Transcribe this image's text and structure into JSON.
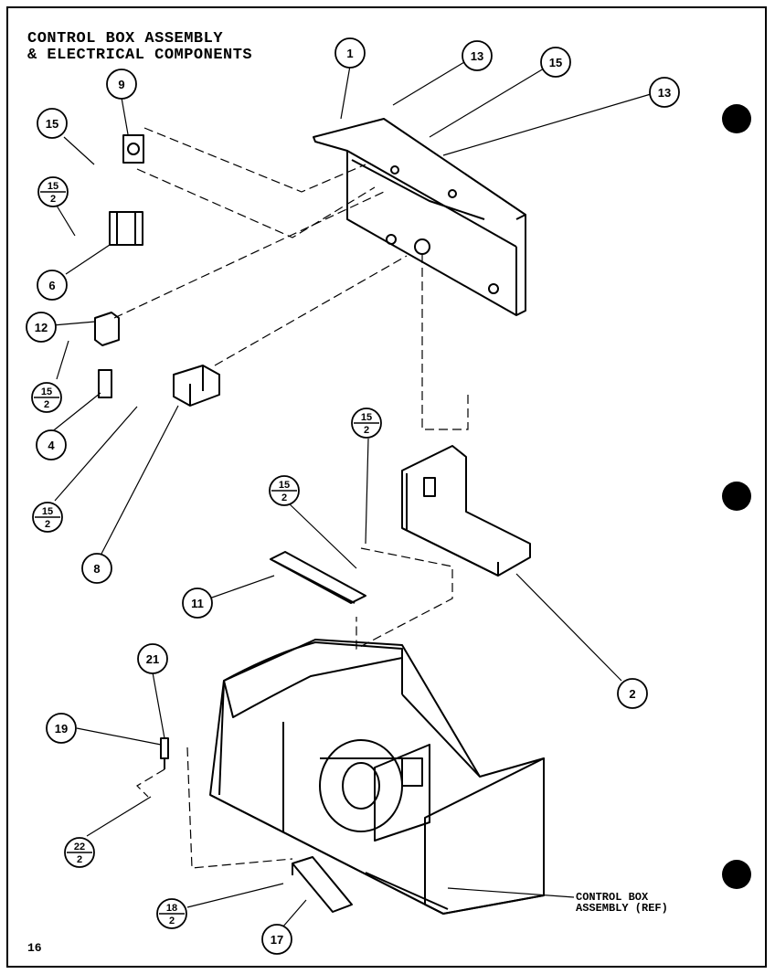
{
  "title_line1": "CONTROL BOX ASSEMBLY",
  "title_line2": "& ELECTRICAL COMPONENTS",
  "page_number": "16",
  "ref_line1": "CONTROL BOX",
  "ref_line2": "ASSEMBLY (REF)",
  "callouts": {
    "c1": "1",
    "c13a": "13",
    "c15a": "15",
    "c13b": "13",
    "c9": "9",
    "c15b": "15",
    "c6": "6",
    "c12": "12",
    "c4": "4",
    "c8": "8",
    "c11": "11",
    "c2": "2",
    "c21": "21",
    "c19": "19",
    "c17": "17"
  },
  "fractions": {
    "f1": {
      "num": "15",
      "den": "2"
    },
    "f2": {
      "num": "15",
      "den": "2"
    },
    "f3": {
      "num": "15",
      "den": "2"
    },
    "f4": {
      "num": "15",
      "den": "2"
    },
    "f5": {
      "num": "15",
      "den": "2"
    },
    "f6": {
      "num": "22",
      "den": "2"
    },
    "f7": {
      "num": "18",
      "den": "2"
    }
  }
}
